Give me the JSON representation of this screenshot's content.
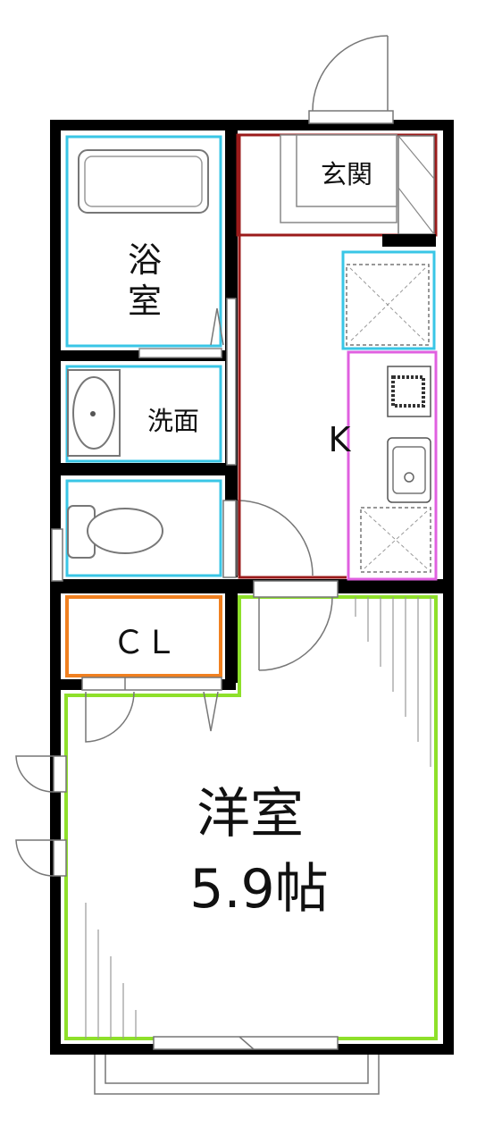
{
  "rooms": {
    "bath": "浴室",
    "washroom": "洗面",
    "entrance": "玄関",
    "kitchen": "K",
    "closet": "ＣＬ",
    "western_room": "洋室",
    "western_room_size": "5.9帖"
  },
  "colors": {
    "wall": "#000000",
    "bath_outline": "#39c6e6",
    "entrance_outline": "#9b1b1b",
    "kitchen_outline": "#e060e0",
    "closet_outline": "#f08020",
    "western_outline": "#8ee02a",
    "fixture_line": "#777777"
  }
}
